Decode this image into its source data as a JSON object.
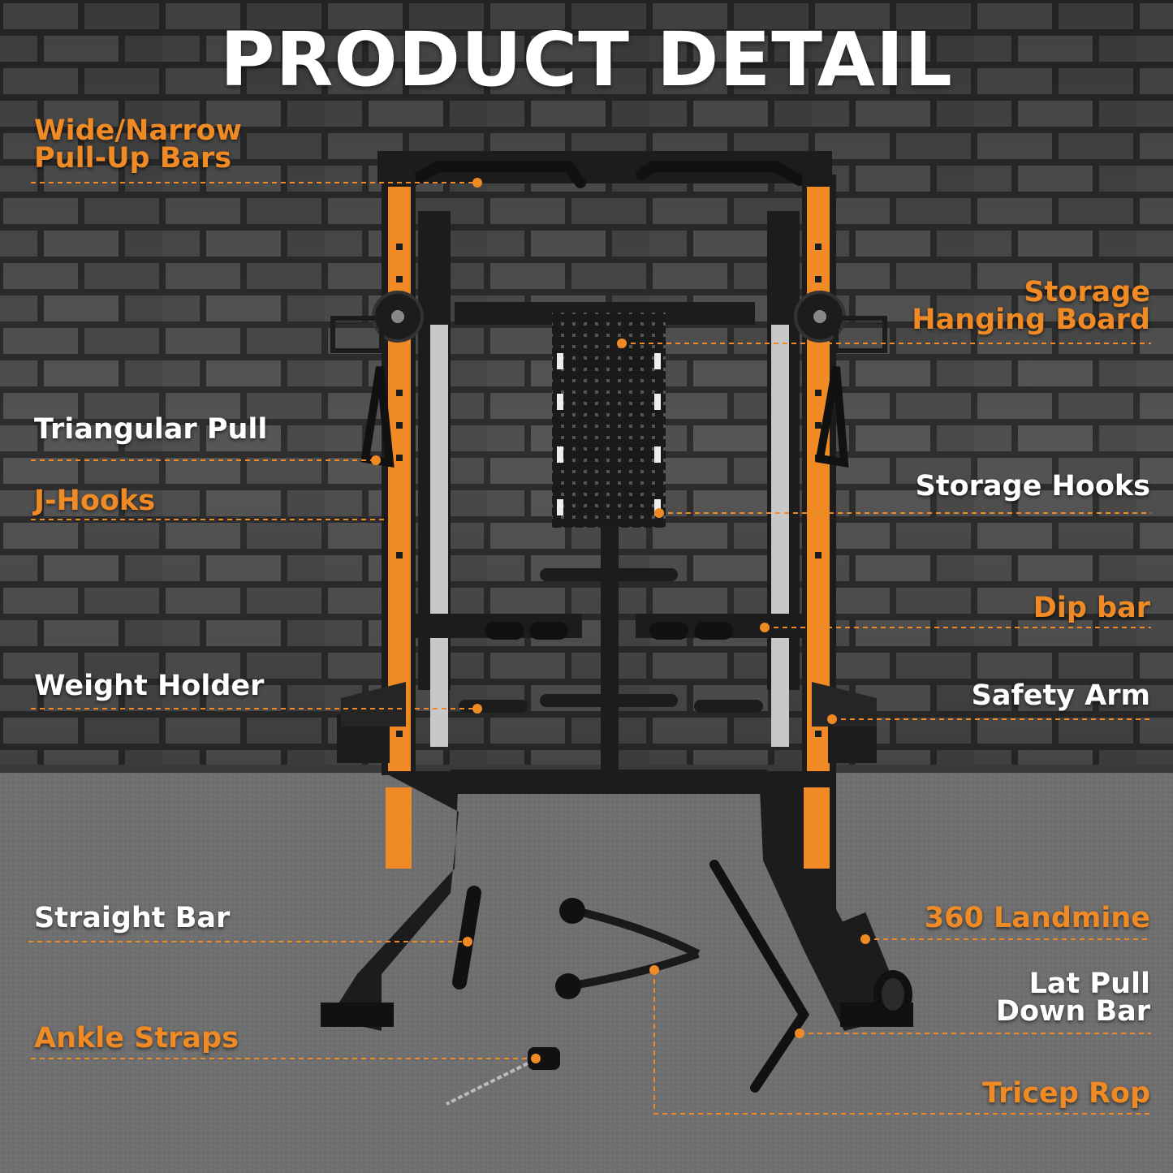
{
  "title": "PRODUCT DETAIL",
  "colors": {
    "accent": "#f08a24",
    "text": "#ffffff",
    "frame": "#1c1c1c",
    "wall": "#4e4e4e",
    "floor": "#707070"
  },
  "labels": {
    "wide_narrow_pullup": "Wide/Narrow\nPull-Up Bars",
    "storage_hanging_board": "Storage\nHanging Board",
    "triangular_pull": "Triangular Pull",
    "storage_hooks": "Storage Hooks",
    "j_hooks": "J-Hooks",
    "dip_bar": "Dip bar",
    "weight_holder": "Weight Holder",
    "safety_arm": "Safety Arm",
    "straight_bar": "Straight Bar",
    "landmine": "360 Landmine",
    "lat_pull_down_bar": "Lat Pull\nDown Bar",
    "ankle_straps": "Ankle Straps",
    "tricep_rop": "Tricep Rop"
  }
}
